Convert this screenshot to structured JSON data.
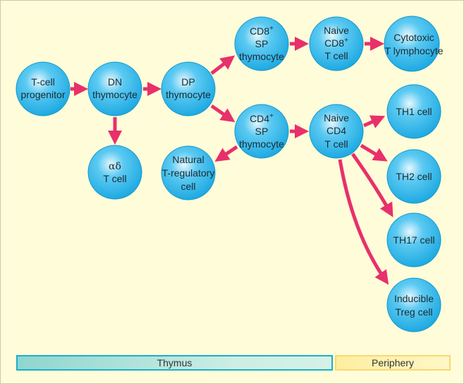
{
  "nodes": {
    "progenitor": {
      "line1": "T-cell",
      "line2": "progenitor"
    },
    "dn": {
      "line1": "DN",
      "line2": "thymocyte"
    },
    "gd": {
      "line1": "αδ",
      "line2": "T cell"
    },
    "dp": {
      "line1": "DP",
      "line2": "thymocyte"
    },
    "ntreg": {
      "line1": "Natural",
      "line2": "T-regulatory",
      "line3": "cell"
    },
    "cd8sp": {
      "line1": "CD8",
      "sup": "+",
      "line2": "SP",
      "line3": "thymocyte"
    },
    "cd4sp": {
      "line1": "CD4",
      "sup": "+",
      "line2": "SP",
      "line3": "thymocyte"
    },
    "naive_cd8": {
      "line1": "Naive",
      "line2": "CD8",
      "sup": "+",
      "line3": "T cell"
    },
    "ctl": {
      "line1": "Cytotoxic",
      "line2": "T lymphocyte"
    },
    "naive_cd4": {
      "line1": "Naive",
      "line2": "CD4",
      "line3": "T cell"
    },
    "th1": {
      "line1": "TH1 cell"
    },
    "th2": {
      "line1": "TH2 cell"
    },
    "th17": {
      "line1": "TH17 cell"
    },
    "itreg": {
      "line1": "Inducible",
      "line2": "Treg cell"
    }
  },
  "legend": {
    "thymus": "Thymus",
    "periphery": "Periphery"
  },
  "colors": {
    "cell": "#2bb6ec",
    "arrow": "#e8306a",
    "background": "#fefcd9"
  }
}
